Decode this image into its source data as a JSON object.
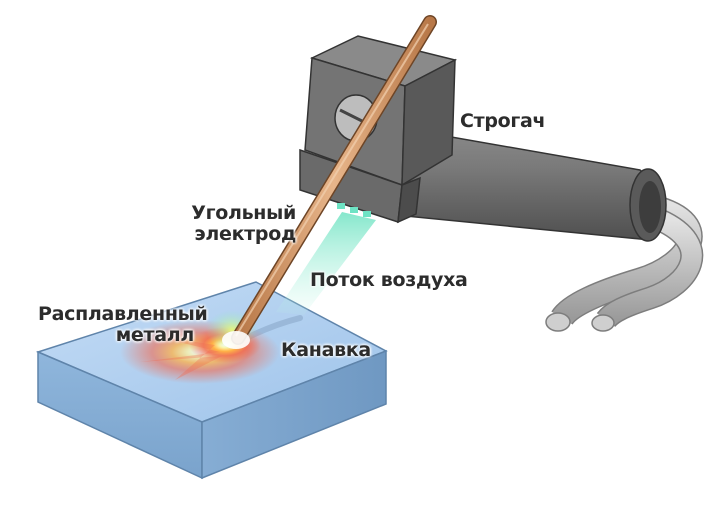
{
  "labels": {
    "gouger": "Строгач",
    "electrode_line1": "Угольный",
    "electrode_line2": "электрод",
    "air_flow": "Поток воздуха",
    "molten_line1": "Расплавленный",
    "molten_line2": "металл",
    "groove": "Канавка"
  },
  "colors": {
    "plate_top": "#a9cbee",
    "plate_side": "#88afd6",
    "tool_body": "#6e6e6e",
    "electrode": "#d79b6c",
    "air_flow": "#8fe7cf",
    "label_text": "#2c2c2c"
  }
}
